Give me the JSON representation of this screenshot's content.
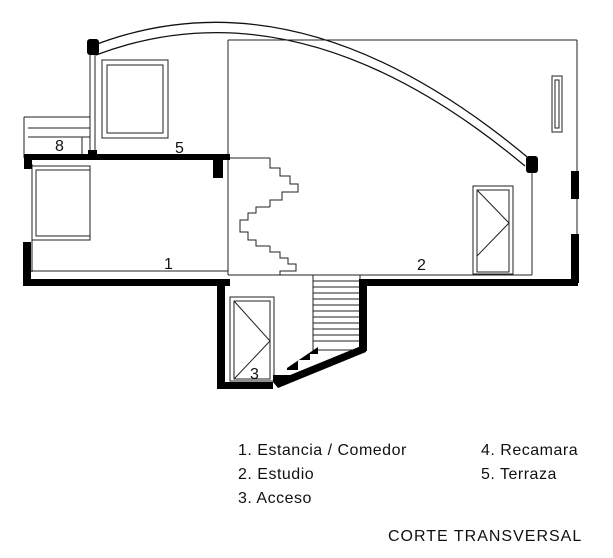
{
  "plan": {
    "room_numbers": {
      "estancia": "1",
      "estudio": "2",
      "acceso": "3",
      "terraza": "5",
      "upper_left": "8"
    }
  },
  "legend": {
    "left": [
      "1. Estancia / Comedor",
      "2. Estudio",
      "3. Acceso"
    ],
    "right": [
      "4. Recamara",
      "5. Terraza"
    ]
  },
  "title": "CORTE TRANSVERSAL",
  "colors": {
    "ink": "#000000",
    "line": "#222222",
    "background": "#ffffff"
  }
}
